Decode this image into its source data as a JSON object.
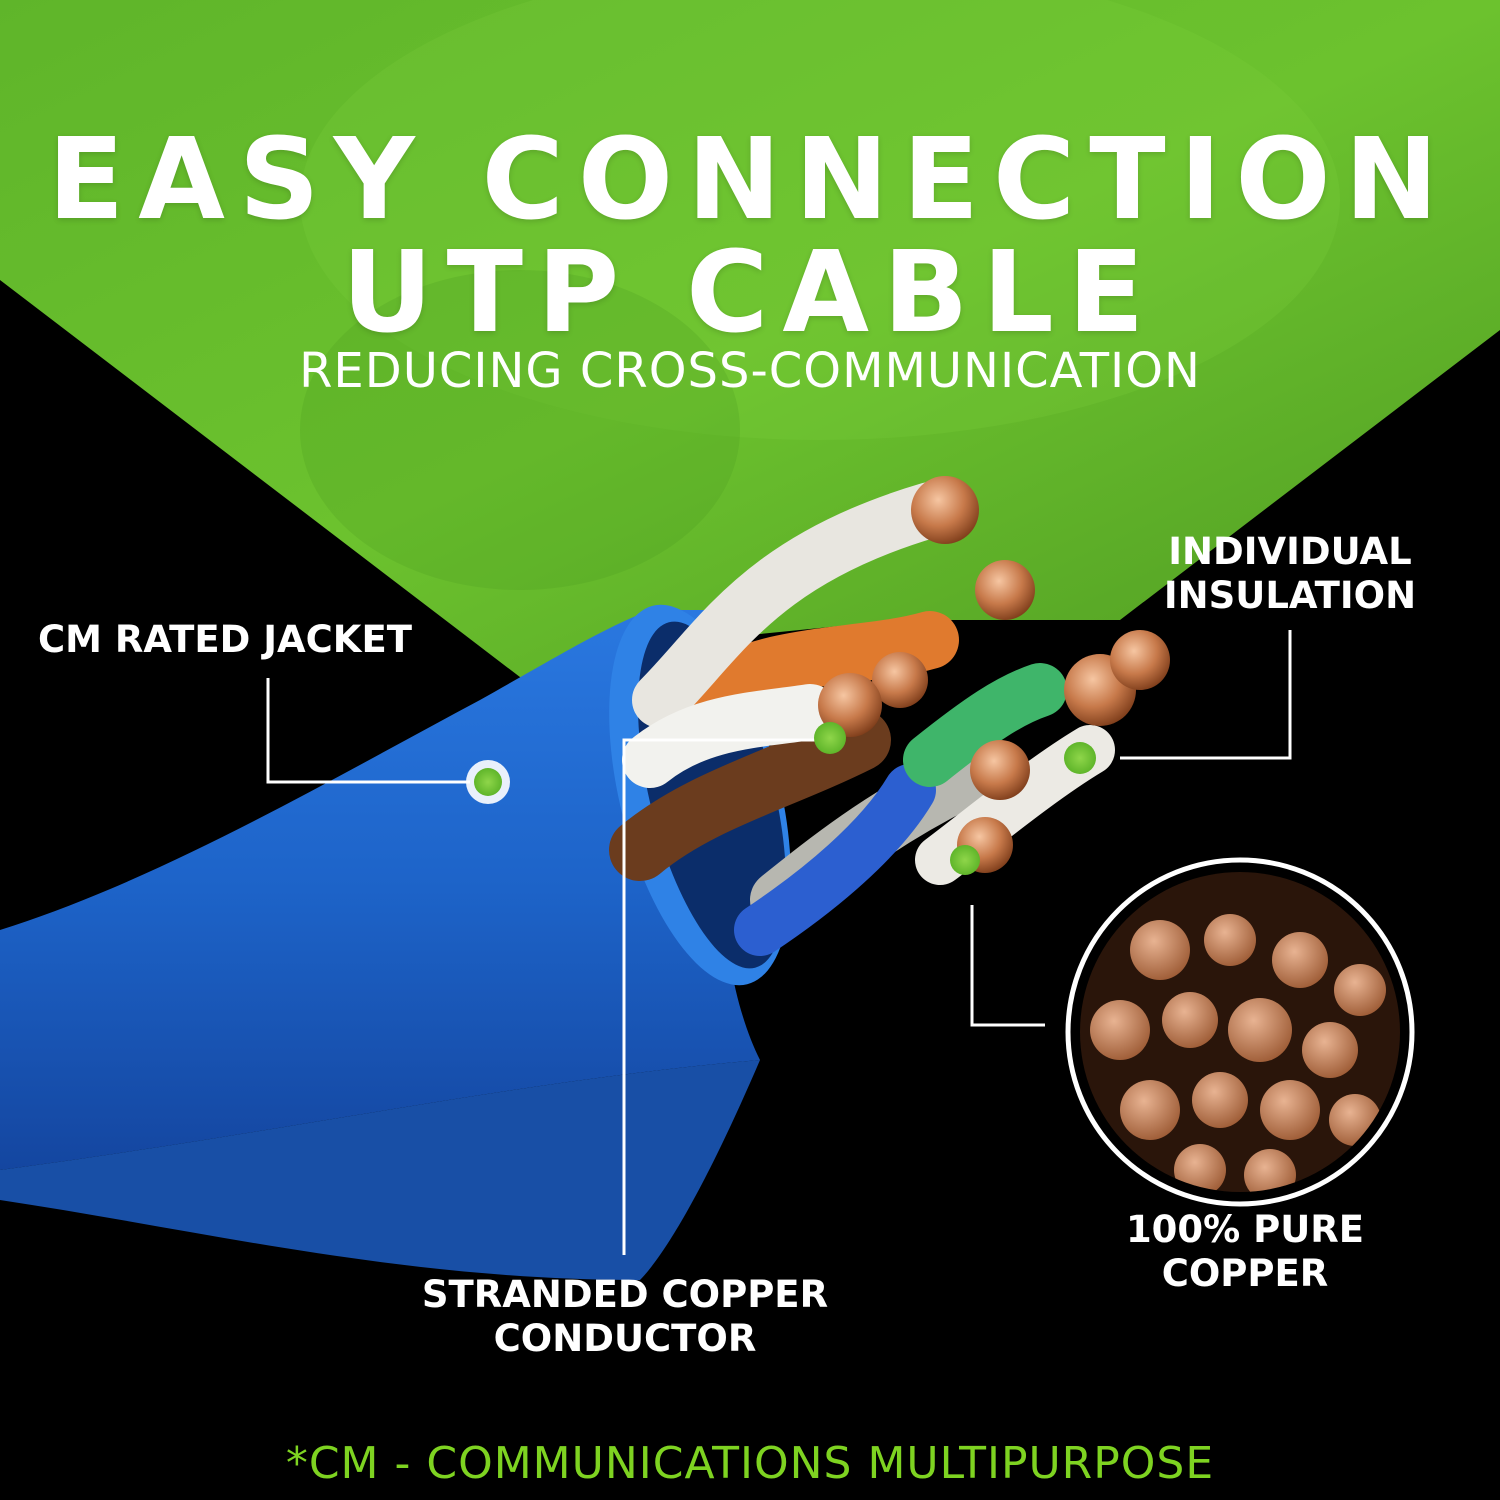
{
  "headline": {
    "line1": "EASY CONNECTION",
    "line2": "UTP CABLE",
    "subtitle": "REDUCING CROSS-COMMUNICATION"
  },
  "callouts": {
    "jacket": "CM RATED JACKET",
    "insulation_line1": "INDIVIDUAL",
    "insulation_line2": "INSULATION",
    "conductor_line1": "STRANDED COPPER",
    "conductor_line2": "CONDUCTOR",
    "copper_line1": "100% PURE",
    "copper_line2": "COPPER"
  },
  "footnote": "*CM - COMMUNICATIONS MULTIPURPOSE",
  "colors": {
    "accent_green": "#6dbe2c",
    "footnote_green": "#7ed321",
    "cable_blue": "#1d63c8",
    "copper": "#c7794a",
    "background": "#000000"
  }
}
